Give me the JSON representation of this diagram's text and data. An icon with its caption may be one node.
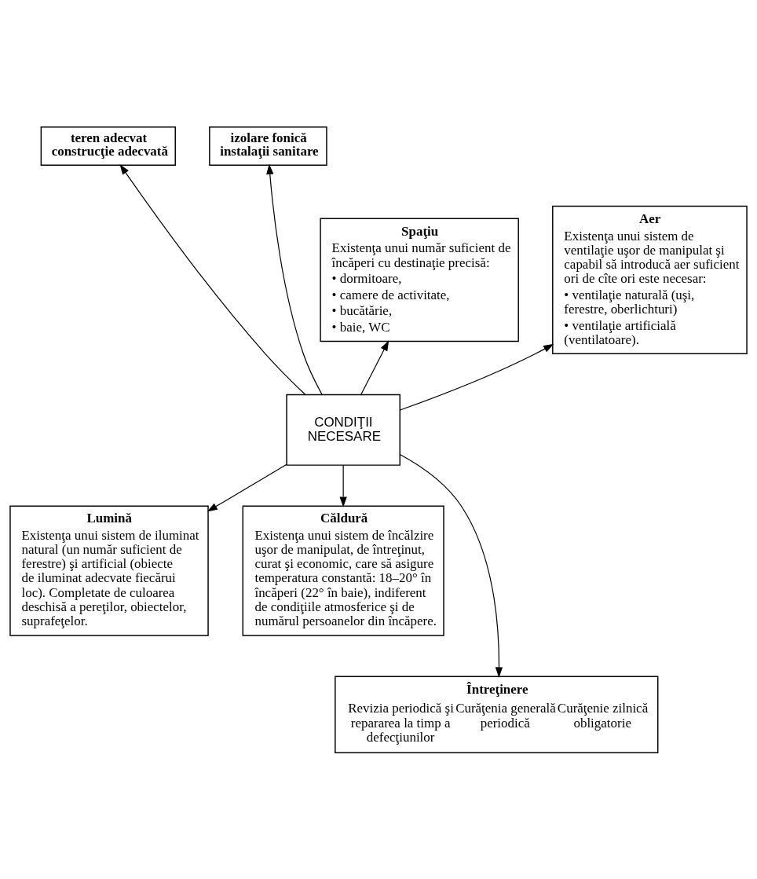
{
  "diagram": {
    "nodes": [
      {
        "text": [
          "teren adecvat",
          "construcţie adecvată"
        ]
      },
      {
        "text": [
          "izolare fonică",
          "instalaţii sanitare"
        ]
      },
      {
        "text": [
          "Spaţiu",
          "Existenţa unui număr suficient de încăperi cu destinaţie precisă:",
          "• dormitoare,",
          "• camere de activitate,",
          "• bucătărie,",
          "• baie, WC"
        ]
      },
      {
        "text": [
          "Aer",
          "Existenţa unui sistem de ventilaţie uşor de manipulat şi capabil să introducă aer suficient ori de cîte ori este necesar:",
          "• ventilaţie naturală (uşi, ferestre, oberlichturi)",
          "• ventilaţie artificială (ventilatoare)."
        ]
      },
      {
        "text": [
          "CONDIŢII NECESARE"
        ]
      },
      {
        "text": [
          "Lumină",
          "Existenţa unui sistem de iluminat natural (un număr suficient de ferestre) şi artificial (obiecte de iluminat adecvate fiecărui loc). Completate de culoarea deschisă a pereţilor, obiectelor, suprafeţelor."
        ]
      },
      {
        "text": [
          "Căldură",
          "Existenţa unui sistem de încălzire uşor de manipulat, de întreţinut, curat şi economic, care să asigure temperatura constantă: 18–20° în încăperi (22° în baie), indiferent de condiţiile atmosferice şi de numărul persoanelor din încăpere."
        ]
      },
      {
        "text": [
          "Întreţinere",
          "Revizia periodică şi repararea la timp a defecţiunilor",
          "Curăţenia generală periodică",
          "Curăţenie zilnică obligatorie"
        ]
      }
    ],
    "edges": [
      {
        "from": 4,
        "to": 0,
        "arrow": "to"
      },
      {
        "from": 4,
        "to": 1,
        "arrow": "to"
      },
      {
        "from": 4,
        "to": 2,
        "arrow": "to"
      },
      {
        "from": 4,
        "to": 3,
        "arrow": "to"
      },
      {
        "from": 4,
        "to": 5,
        "arrow": "to"
      },
      {
        "from": 4,
        "to": 6,
        "arrow": "to"
      },
      {
        "from": 4,
        "to": 7,
        "arrow": "to"
      }
    ]
  }
}
